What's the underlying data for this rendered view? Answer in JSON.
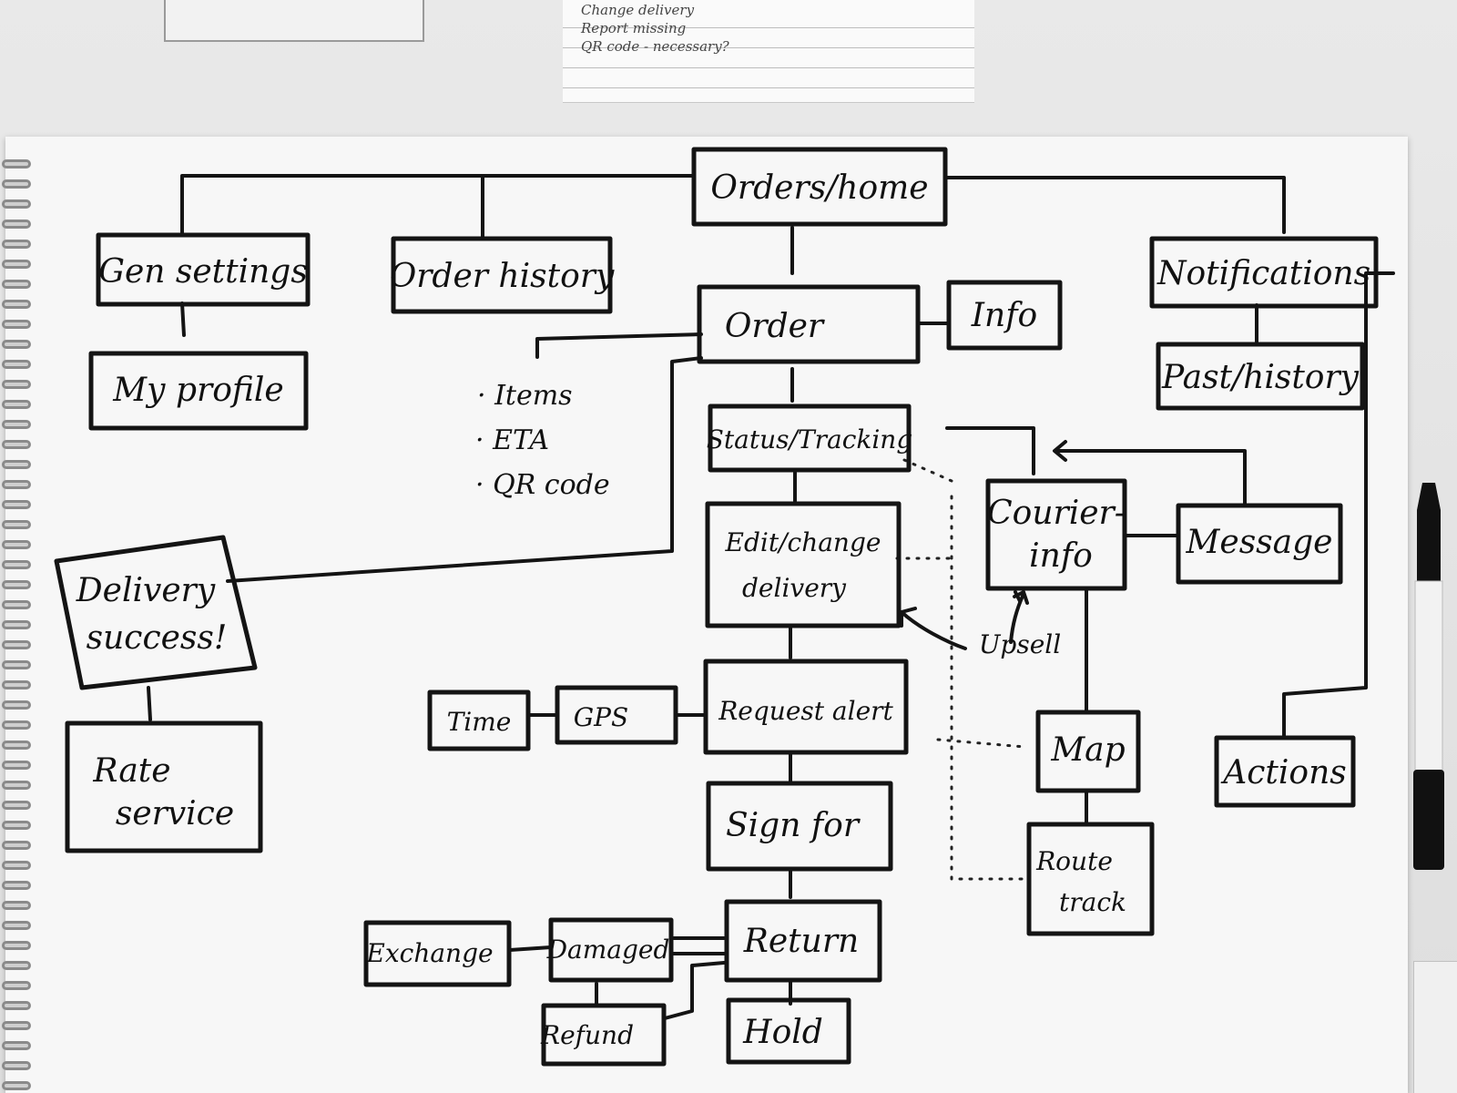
{
  "top_note": {
    "lines": [
      "Change delivery",
      "Report missing",
      "QR code - necessary?"
    ]
  },
  "nodes": {
    "orders_home": "Orders/home",
    "gen_settings": "Gen settings",
    "my_profile": "My profile",
    "order_history": "Order history",
    "order": "Order",
    "info": "Info",
    "notifications": "Notifications",
    "past_history": "Past/history",
    "status_tracking": "Status/Tracking",
    "courier_info_1": "Courier-",
    "courier_info_2": "info",
    "message": "Message",
    "edit_1": "Edit/change",
    "edit_2": "delivery",
    "delivery_1": "Delivery",
    "delivery_2": "success!",
    "rate_1": "Rate",
    "rate_2": "service",
    "request_alert": "Request alert",
    "gps": "GPS",
    "time": "Time",
    "map": "Map",
    "route_1": "Route",
    "route_2": "track",
    "actions": "Actions",
    "sign_for": "Sign for",
    "return": "Return",
    "damaged": "Damaged",
    "exchange": "Exchange",
    "refund": "Refund",
    "hold": "Hold"
  },
  "order_details": [
    "· Items",
    "· ETA",
    "· QR code"
  ],
  "annotations": {
    "upsell": "Upsell"
  }
}
